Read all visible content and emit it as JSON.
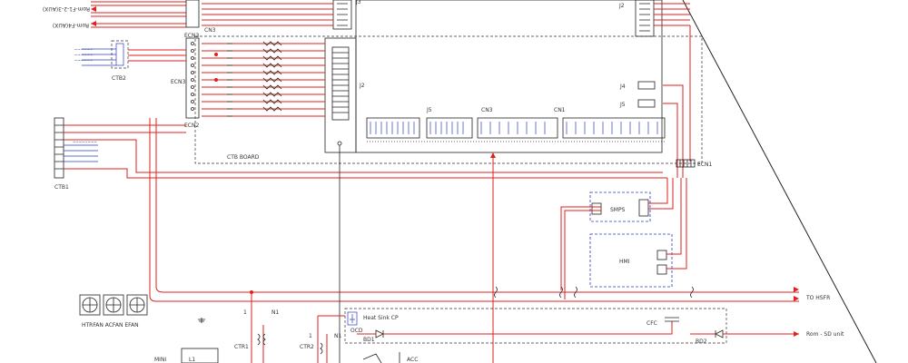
{
  "labels": {
    "ecn3": "ECN3",
    "ecn3b": "ECN3",
    "ecn2": "ECN2",
    "cn3": "CN3",
    "ctb2": "CTB2",
    "ctb1": "CTB1",
    "ctb_board": "CTB BOARD",
    "j3": "J3",
    "j2_top": "J2",
    "j2_mid": "J2",
    "j4": "J4",
    "j5": "J5",
    "j5b": "J5",
    "cn3_mid": "CN3",
    "cn1_mid": "CN1",
    "ecn1": "ECN1",
    "smps": "SMPS",
    "hmi": "HMI",
    "rom_fan1": "Rom-F1-2-3(AUX)",
    "rom_fan2": "Rom-F4(AUX)",
    "fans": "HTRFAN   ACFAN  EFAN",
    "ctr1": "CTR1",
    "ctr2": "CTR2",
    "heatsink_cp": "Heat Sink CP",
    "ocd": "OCD",
    "bd1": "BD1",
    "bd2": "BD2",
    "cfc": "CFC",
    "to_hsfr": "TO HSFR",
    "rom_sd": "Rom - SD unit",
    "n1_a": "N1",
    "n1_b": "N1",
    "l1": "L1",
    "ac": "ACC",
    "mini": "MINI"
  }
}
